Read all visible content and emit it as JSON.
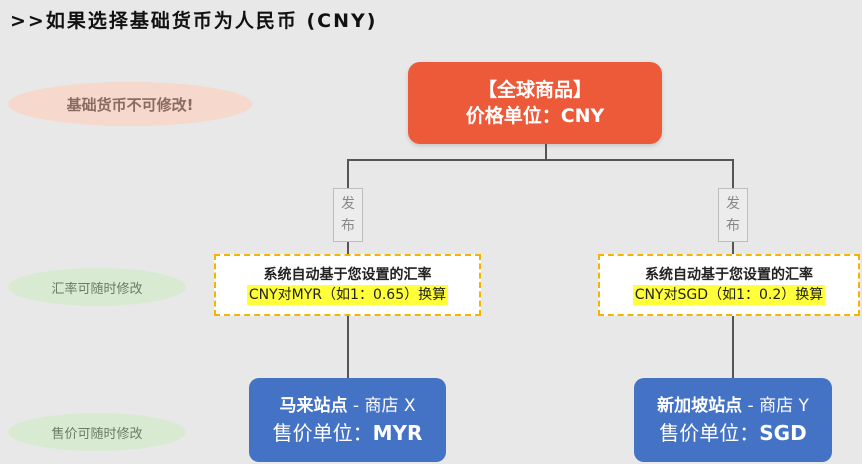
{
  "title": ">>如果选择基础货币为人民币 (CNY)",
  "pills": {
    "base_locked": "基础货币不可修改!",
    "rate_editable": "汇率可随时修改",
    "price_editable": "售价可随时修改"
  },
  "root": {
    "line1": "【全球商品】",
    "line2": "价格单位：CNY"
  },
  "branches": [
    {
      "publish_label": [
        "发",
        "布"
      ],
      "rate_line1": "系统自动基于您设置的汇率",
      "rate_line2": "CNY对MYR（如1：0.65）换算",
      "store_name": "马来站点",
      "store_suffix": " - 商店 X",
      "price_prefix": "售价单位：",
      "price_unit": "MYR"
    },
    {
      "publish_label": [
        "发",
        "布"
      ],
      "rate_line1": "系统自动基于您设置的汇率",
      "rate_line2": "CNY对SGD（如1：0.2）换算",
      "store_name": "新加坡站点",
      "store_suffix": " - 商店 Y",
      "price_prefix": "售价单位：",
      "price_unit": "SGD"
    }
  ],
  "colors": {
    "root": "#ec5a3a",
    "store": "#4472c4",
    "highlight": "#ffff3a",
    "dash_border": "#f4b400"
  }
}
